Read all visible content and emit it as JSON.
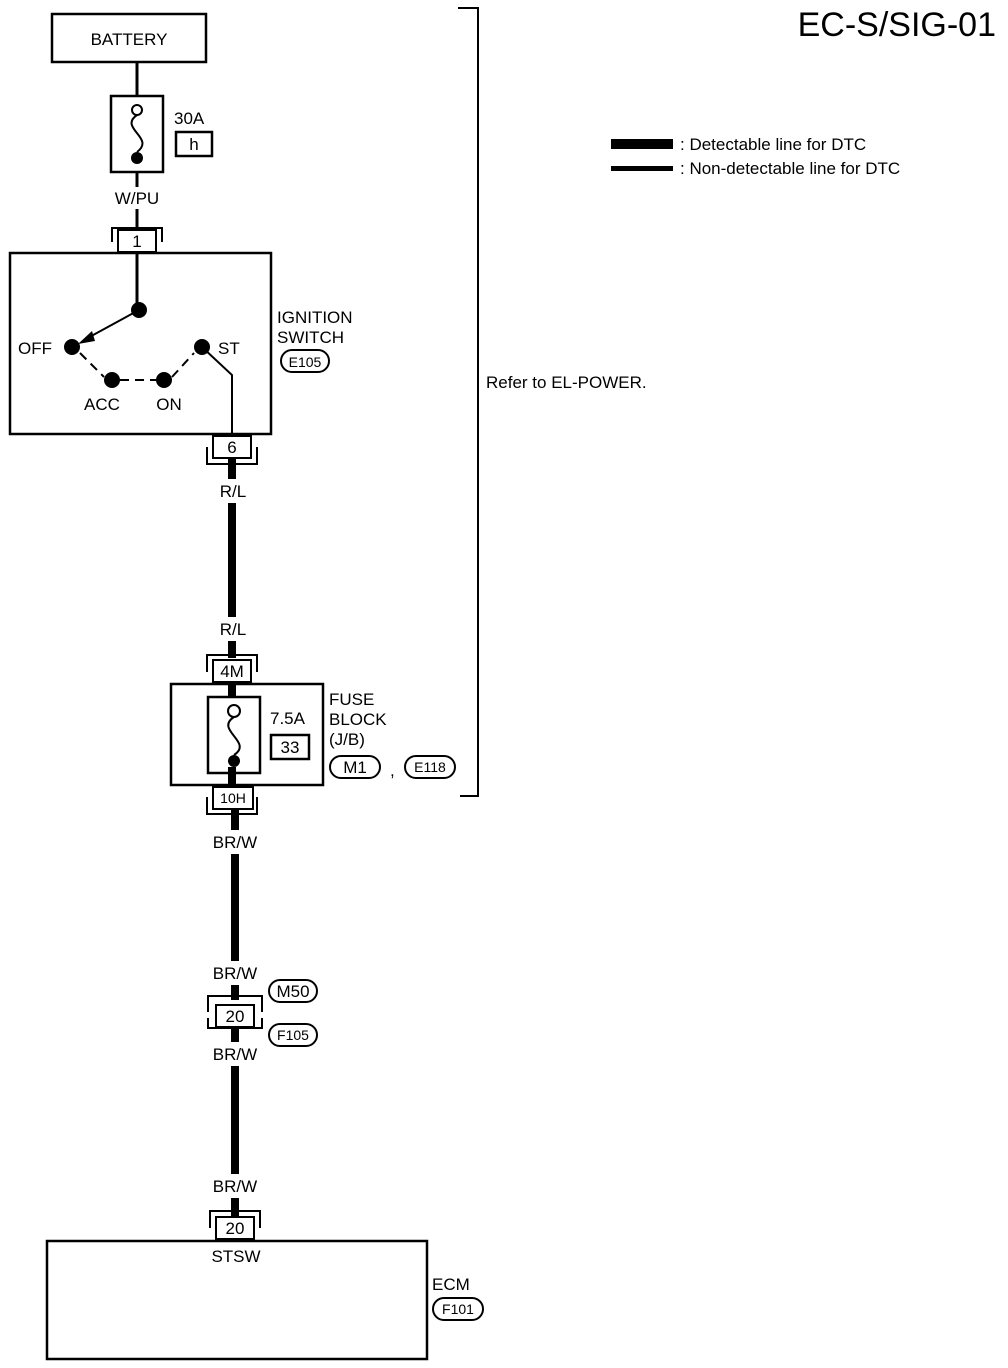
{
  "page_id": "EC-S/SIG-01",
  "legend": {
    "detectable": ": Detectable line for DTC",
    "non_detectable": ": Non-detectable line for DTC"
  },
  "refer_note": "Refer to EL-POWER.",
  "battery": {
    "label": "BATTERY"
  },
  "fuse_main": {
    "rating": "30A",
    "id": "h"
  },
  "wires": {
    "battery_to_switch": "W/PU",
    "switch_out_top": "R/L",
    "switch_out_bottom": "R/L",
    "fuse_out": "BR/W",
    "conn_in_top": "BR/W",
    "conn_out_bottom": "BR/W",
    "ecm_in": "BR/W"
  },
  "ignition_switch": {
    "label_line1": "IGNITION",
    "label_line2": "SWITCH",
    "connector": "E105",
    "pin_in": "1",
    "pin_out": "6",
    "positions": {
      "off": "OFF",
      "acc": "ACC",
      "on": "ON",
      "st": "ST"
    }
  },
  "fuse_block": {
    "label_line1": "FUSE",
    "label_line2": "BLOCK",
    "label_line3": "(J/B)",
    "rating": "7.5A",
    "fuse_no": "33",
    "connector_a": "M1",
    "separator": ",",
    "connector_b": "E118",
    "pin_in": "4M",
    "pin_out": "10H"
  },
  "joint_connector": {
    "pin": "20",
    "connector_top": "M50",
    "connector_bottom": "F105"
  },
  "ecm": {
    "label": "ECM",
    "connector": "F101",
    "pin": "20",
    "terminal": "STSW"
  }
}
